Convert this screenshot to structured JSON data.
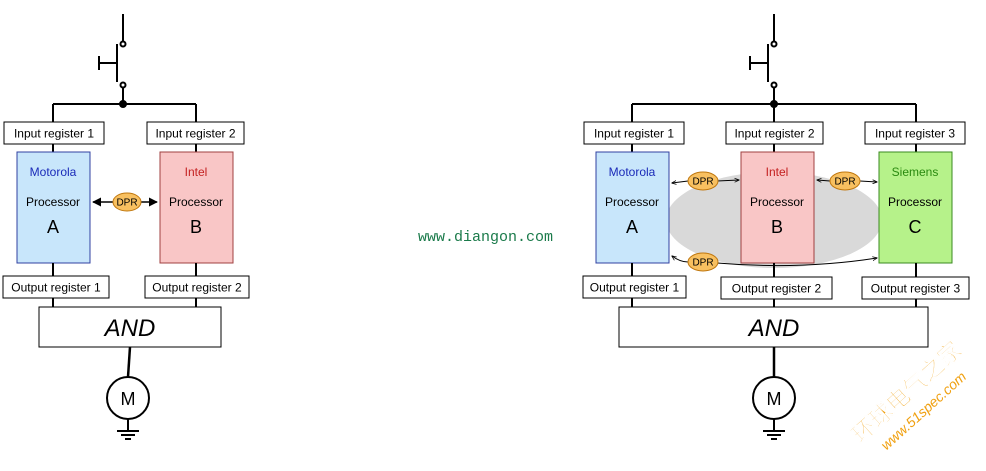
{
  "left": {
    "input_registers": [
      "Input register 1",
      "Input register 2"
    ],
    "processors": [
      {
        "brand": "Motorola",
        "label": "Processor",
        "letter": "A",
        "brand_color": "#1a2ab8",
        "fill": "#c8e6fb"
      },
      {
        "brand": "Intel",
        "label": "Processor",
        "letter": "B",
        "brand_color": "#c42020",
        "fill": "#f9c6c6"
      }
    ],
    "dpr_label": "DPR",
    "output_registers": [
      "Output register 1",
      "Output register 2"
    ],
    "and_label": "AND",
    "motor_label": "M"
  },
  "right": {
    "input_registers": [
      "Input register 1",
      "Input register 2",
      "Input register 3"
    ],
    "processors": [
      {
        "brand": "Motorola",
        "label": "Processor",
        "letter": "A",
        "brand_color": "#1a2ab8",
        "fill": "#c8e6fb"
      },
      {
        "brand": "Intel",
        "label": "Processor",
        "letter": "B",
        "brand_color": "#c42020",
        "fill": "#f9c6c6"
      },
      {
        "brand": "Siemens",
        "label": "Processor",
        "letter": "C",
        "brand_color": "#2a8a10",
        "fill": "#b6f28a"
      }
    ],
    "dpr_labels": [
      "DPR",
      "DPR",
      "DPR"
    ],
    "output_registers": [
      "Output register 1",
      "Output register 2",
      "Output register 3"
    ],
    "and_label": "AND",
    "motor_label": "M"
  },
  "watermark_site": "www.diangon.com",
  "logo": {
    "chinese": "环球电气之家",
    "url": "www.51spec.com",
    "color": "#f0a010"
  },
  "colors": {
    "dpr_fill": "#f8c060",
    "dpr_stroke": "#c07810",
    "ring_fill": "#d9d9d9",
    "line": "#000000",
    "watermark": "#1a7a4a"
  }
}
